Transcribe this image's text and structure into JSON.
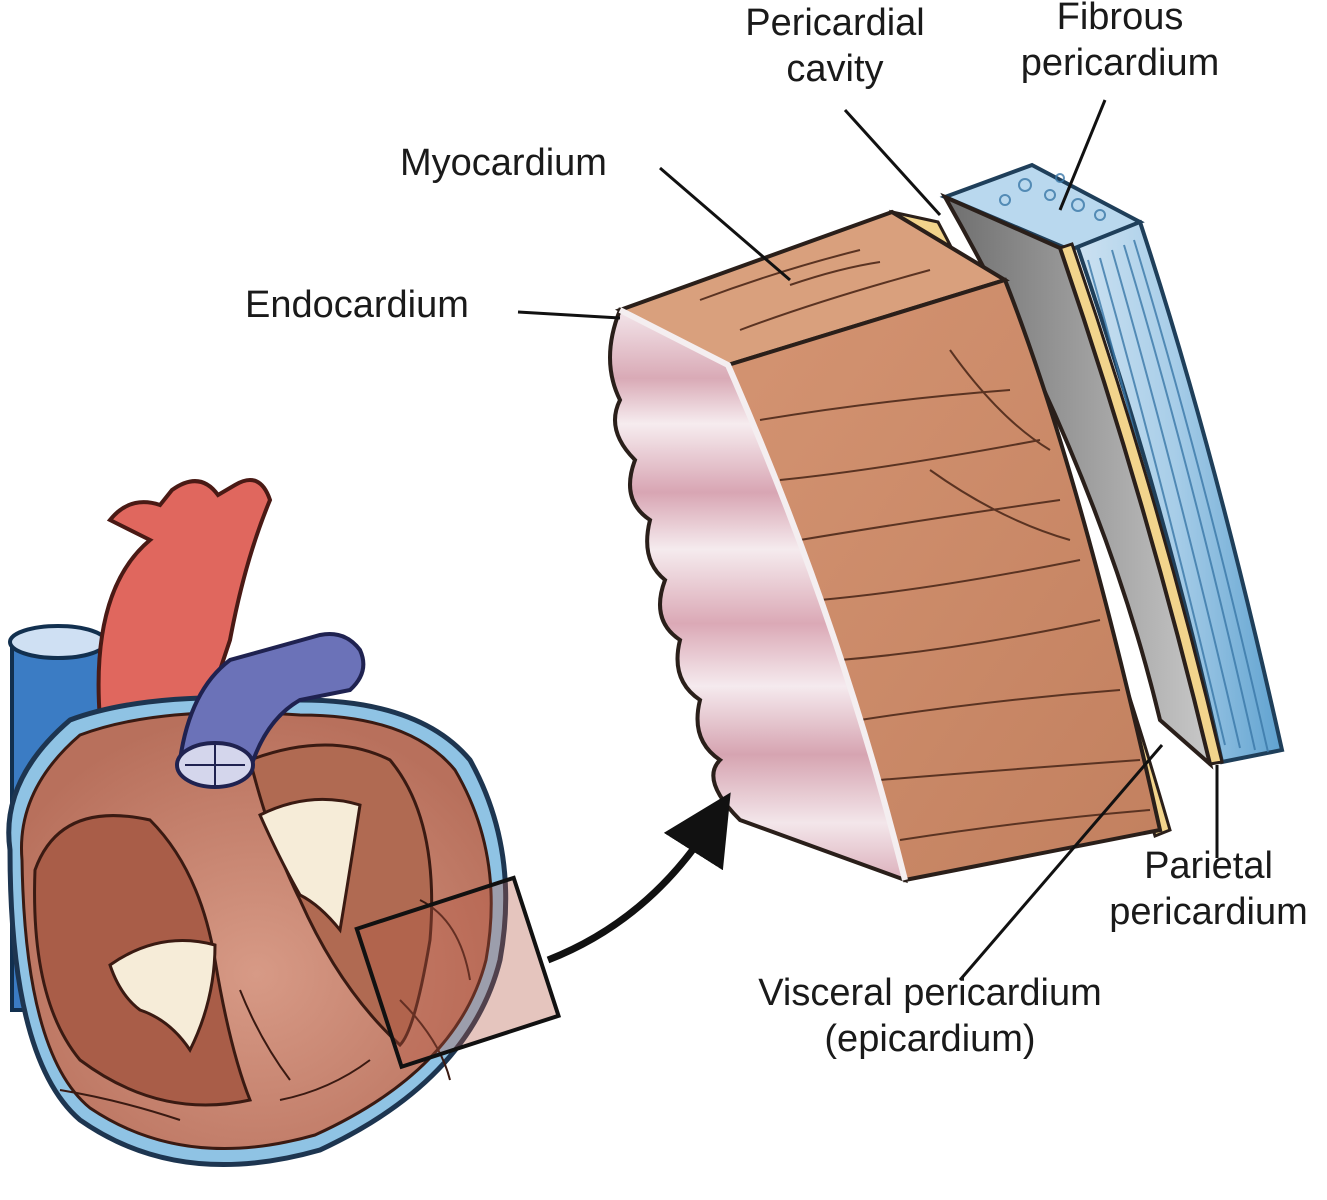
{
  "labels": {
    "pericardial_cavity": [
      "Pericardial",
      "cavity"
    ],
    "fibrous_pericardium": [
      "Fibrous",
      "pericardium"
    ],
    "myocardium": "Myocardium",
    "endocardium": "Endocardium",
    "parietal_pericardium": [
      "Parietal",
      "pericardium"
    ],
    "visceral_pericardium": [
      "Visceral pericardium",
      "(epicardium)"
    ]
  },
  "colors": {
    "myocardium": "#c98a6a",
    "myocardium_top": "#d9a07d",
    "endocardium": "#e8cfd6",
    "serous_layer": "#f2d48c",
    "pericardial_gap": "#9a9a9a",
    "fibrous_pericardium": "#8fbfe0",
    "aorta": "#e0675e",
    "vena_cava": "#3b7cc4",
    "pulmonary_artery": "#6b72b8",
    "outline": "#2a1f1a"
  }
}
